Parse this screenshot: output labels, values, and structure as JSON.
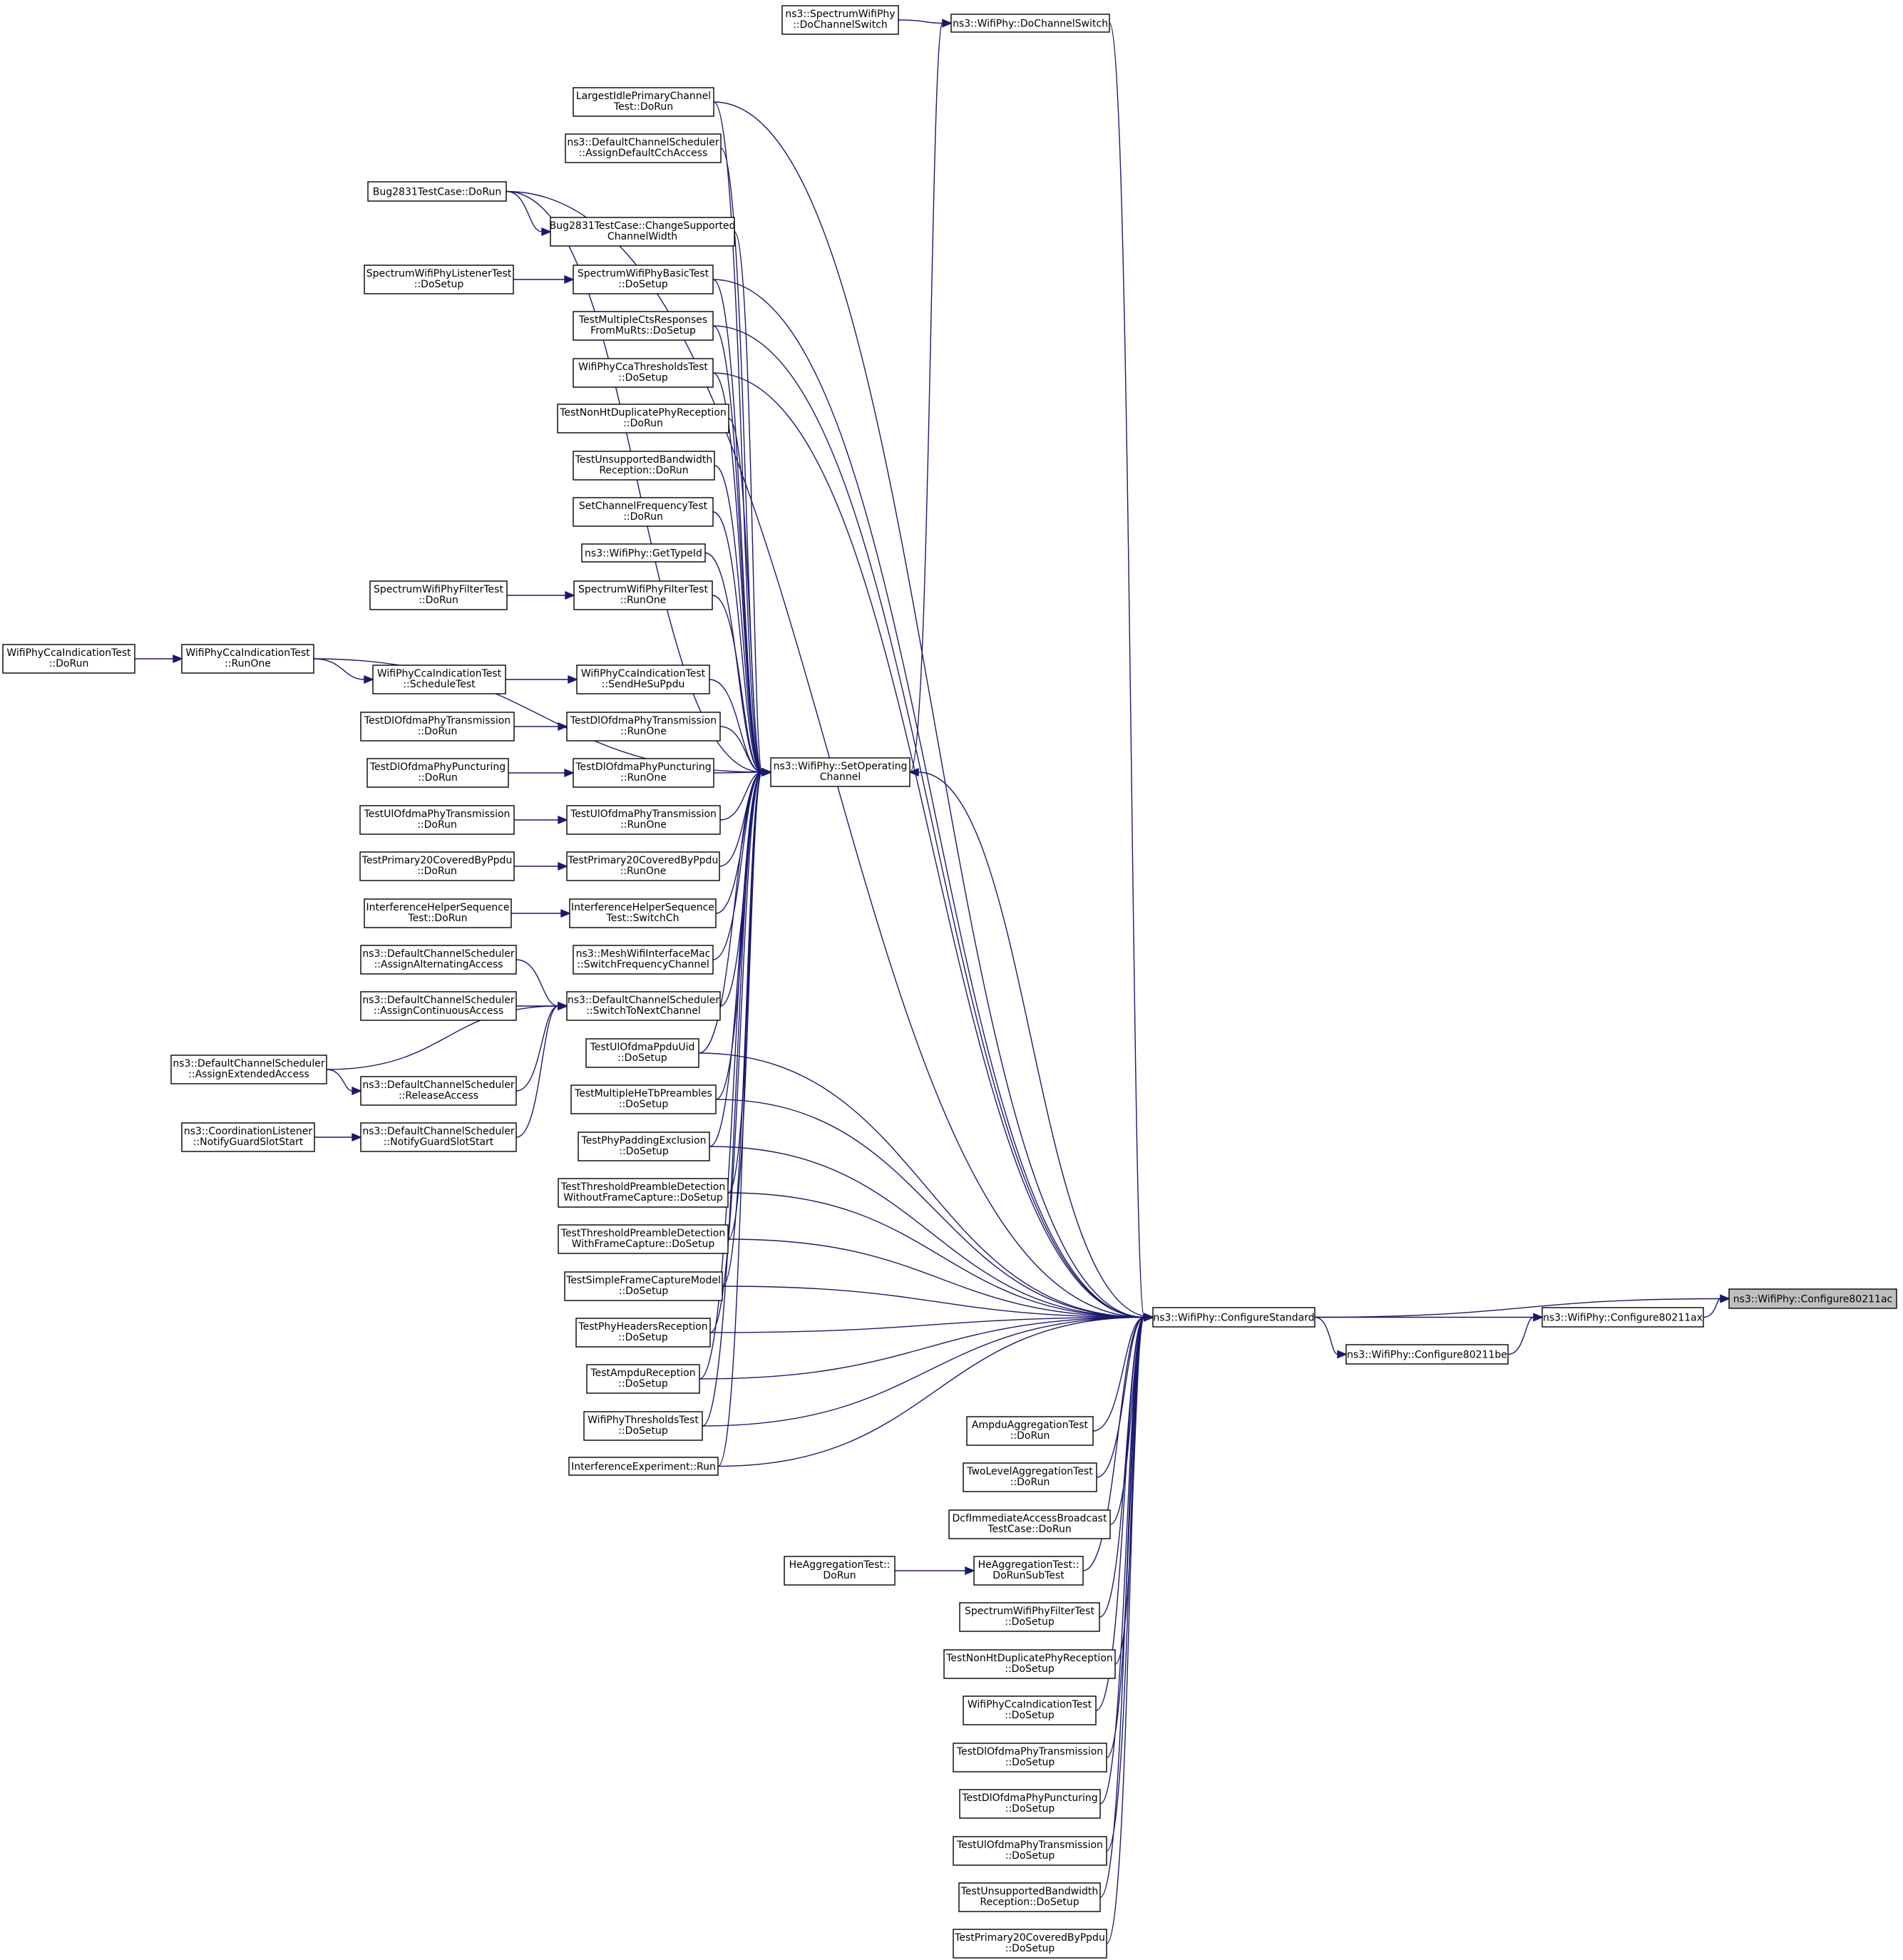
{
  "graph": {
    "colors": {
      "edge": "#191970",
      "root_fill": "#bfbfbf",
      "node_fill": "#ffffff",
      "node_border": "#000000"
    },
    "nodes": [
      {
        "id": "c80211ac",
        "lines": [
          "ns3::WifiPhy::Configure80211ac"
        ],
        "root": true
      },
      {
        "id": "c80211ax",
        "lines": [
          "ns3::WifiPhy::Configure80211ax"
        ]
      },
      {
        "id": "c80211be",
        "lines": [
          "ns3::WifiPhy::Configure80211be"
        ]
      },
      {
        "id": "cstd",
        "lines": [
          "ns3::WifiPhy::ConfigureStandard"
        ]
      },
      {
        "id": "setop",
        "lines": [
          "ns3::WifiPhy::SetOperating",
          "Channel"
        ]
      },
      {
        "id": "dochsw",
        "lines": [
          "ns3::WifiPhy::DoChannelSwitch"
        ]
      },
      {
        "id": "specdochsw",
        "lines": [
          "ns3::SpectrumWifiPhy",
          "::DoChannelSwitch"
        ]
      },
      {
        "id": "lipc",
        "lines": [
          "LargestIdlePrimaryChannel",
          "Test::DoRun"
        ]
      },
      {
        "id": "dcs_adcca",
        "lines": [
          "ns3::DefaultChannelScheduler",
          "::AssignDefaultCchAccess"
        ]
      },
      {
        "id": "bug_dorun",
        "lines": [
          "Bug2831TestCase::DoRun"
        ]
      },
      {
        "id": "bug_csw",
        "lines": [
          "Bug2831TestCase::ChangeSupported",
          "ChannelWidth"
        ]
      },
      {
        "id": "swplt",
        "lines": [
          "SpectrumWifiPhyListenerTest",
          "::DoSetup"
        ]
      },
      {
        "id": "swpbt",
        "lines": [
          "SpectrumWifiPhyBasicTest",
          "::DoSetup"
        ]
      },
      {
        "id": "tmcr",
        "lines": [
          "TestMultipleCtsResponses",
          "FromMuRts::DoSetup"
        ]
      },
      {
        "id": "wpcct",
        "lines": [
          "WifiPhyCcaThresholdsTest",
          "::DoSetup"
        ]
      },
      {
        "id": "tnhdpr_run",
        "lines": [
          "TestNonHtDuplicatePhyReception",
          "::DoRun"
        ]
      },
      {
        "id": "tubr_run",
        "lines": [
          "TestUnsupportedBandwidth",
          "Reception::DoRun"
        ]
      },
      {
        "id": "scft",
        "lines": [
          "SetChannelFrequencyTest",
          "::DoRun"
        ]
      },
      {
        "id": "gettypeid",
        "lines": [
          "ns3::WifiPhy::GetTypeId"
        ]
      },
      {
        "id": "swpft_dorun",
        "lines": [
          "SpectrumWifiPhyFilterTest",
          "::DoRun"
        ]
      },
      {
        "id": "swpft_runone",
        "lines": [
          "SpectrumWifiPhyFilterTest",
          "::RunOne"
        ]
      },
      {
        "id": "wpcit_dorun",
        "lines": [
          "WifiPhyCcaIndicationTest",
          "::DoRun"
        ]
      },
      {
        "id": "wpcit_runone",
        "lines": [
          "WifiPhyCcaIndicationTest",
          "::RunOne"
        ]
      },
      {
        "id": "wpcit_sched",
        "lines": [
          "WifiPhyCcaIndicationTest",
          "::ScheduleTest"
        ]
      },
      {
        "id": "wpcit_sendhe",
        "lines": [
          "WifiPhyCcaIndicationTest",
          "::SendHeSuPpdu"
        ]
      },
      {
        "id": "tdopt_dorun",
        "lines": [
          "TestDlOfdmaPhyTransmission",
          "::DoRun"
        ]
      },
      {
        "id": "tdopt_runone",
        "lines": [
          "TestDlOfdmaPhyTransmission",
          "::RunOne"
        ]
      },
      {
        "id": "tdopp_dorun",
        "lines": [
          "TestDlOfdmaPhyPuncturing",
          "::DoRun"
        ]
      },
      {
        "id": "tdopp_runone",
        "lines": [
          "TestDlOfdmaPhyPuncturing",
          "::RunOne"
        ]
      },
      {
        "id": "tuopt_dorun",
        "lines": [
          "TestUlOfdmaPhyTransmission",
          "::DoRun"
        ]
      },
      {
        "id": "tuopt_runone",
        "lines": [
          "TestUlOfdmaPhyTransmission",
          "::RunOne"
        ]
      },
      {
        "id": "tp20_dorun",
        "lines": [
          "TestPrimary20CoveredByPpdu",
          "::DoRun"
        ]
      },
      {
        "id": "tp20_runone",
        "lines": [
          "TestPrimary20CoveredByPpdu",
          "::RunOne"
        ]
      },
      {
        "id": "ihst_dorun",
        "lines": [
          "InterferenceHelperSequence",
          "Test::DoRun"
        ]
      },
      {
        "id": "ihst_swch",
        "lines": [
          "InterferenceHelperSequence",
          "Test::SwitchCh"
        ]
      },
      {
        "id": "mwim",
        "lines": [
          "ns3::MeshWifiInterfaceMac",
          "::SwitchFrequencyChannel"
        ]
      },
      {
        "id": "dcs_aaa",
        "lines": [
          "ns3::DefaultChannelScheduler",
          "::AssignAlternatingAccess"
        ]
      },
      {
        "id": "dcs_aca",
        "lines": [
          "ns3::DefaultChannelScheduler",
          "::AssignContinuousAccess"
        ]
      },
      {
        "id": "dcs_stnc",
        "lines": [
          "ns3::DefaultChannelScheduler",
          "::SwitchToNextChannel"
        ]
      },
      {
        "id": "dcs_aea",
        "lines": [
          "ns3::DefaultChannelScheduler",
          "::AssignExtendedAccess"
        ]
      },
      {
        "id": "dcs_ra",
        "lines": [
          "ns3::DefaultChannelScheduler",
          "::ReleaseAccess"
        ]
      },
      {
        "id": "coord",
        "lines": [
          "ns3::CoordinationListener",
          "::NotifyGuardSlotStart"
        ]
      },
      {
        "id": "dcs_ngss",
        "lines": [
          "ns3::DefaultChannelScheduler",
          "::NotifyGuardSlotStart"
        ]
      },
      {
        "id": "tuopu",
        "lines": [
          "TestUlOfdmaPpduUid",
          "::DoSetup"
        ]
      },
      {
        "id": "tmhtp",
        "lines": [
          "TestMultipleHeTbPreambles",
          "::DoSetup"
        ]
      },
      {
        "id": "tppe",
        "lines": [
          "TestPhyPaddingExclusion",
          "::DoSetup"
        ]
      },
      {
        "id": "ttpd_wo",
        "lines": [
          "TestThresholdPreambleDetection",
          "WithoutFrameCapture::DoSetup"
        ]
      },
      {
        "id": "ttpd_w",
        "lines": [
          "TestThresholdPreambleDetection",
          "WithFrameCapture::DoSetup"
        ]
      },
      {
        "id": "tsfcm",
        "lines": [
          "TestSimpleFrameCaptureModel",
          "::DoSetup"
        ]
      },
      {
        "id": "tphr",
        "lines": [
          "TestPhyHeadersReception",
          "::DoSetup"
        ]
      },
      {
        "id": "tar",
        "lines": [
          "TestAmpduReception",
          "::DoSetup"
        ]
      },
      {
        "id": "wptt",
        "lines": [
          "WifiPhyThresholdsTest",
          "::DoSetup"
        ]
      },
      {
        "id": "ier",
        "lines": [
          "InterferenceExperiment::Run"
        ]
      },
      {
        "id": "aat",
        "lines": [
          "AmpduAggregationTest",
          "::DoRun"
        ]
      },
      {
        "id": "tlat",
        "lines": [
          "TwoLevelAggregationTest",
          "::DoRun"
        ]
      },
      {
        "id": "diabt",
        "lines": [
          "DcfImmediateAccessBroadcast",
          "TestCase::DoRun"
        ]
      },
      {
        "id": "hat_dorun",
        "lines": [
          "HeAggregationTest::",
          "DoRun"
        ]
      },
      {
        "id": "hat_sub",
        "lines": [
          "HeAggregationTest::",
          "DoRunSubTest"
        ]
      },
      {
        "id": "swpft_setup",
        "lines": [
          "SpectrumWifiPhyFilterTest",
          "::DoSetup"
        ]
      },
      {
        "id": "tnhdpr_setup",
        "lines": [
          "TestNonHtDuplicatePhyReception",
          "::DoSetup"
        ]
      },
      {
        "id": "wpcit_setup",
        "lines": [
          "WifiPhyCcaIndicationTest",
          "::DoSetup"
        ]
      },
      {
        "id": "tdopt_setup",
        "lines": [
          "TestDlOfdmaPhyTransmission",
          "::DoSetup"
        ]
      },
      {
        "id": "tdopp_setup",
        "lines": [
          "TestDlOfdmaPhyPuncturing",
          "::DoSetup"
        ]
      },
      {
        "id": "tuopt_setup",
        "lines": [
          "TestUlOfdmaPhyTransmission",
          "::DoSetup"
        ]
      },
      {
        "id": "tubr_setup",
        "lines": [
          "TestUnsupportedBandwidth",
          "Reception::DoSetup"
        ]
      },
      {
        "id": "tp20_setup",
        "lines": [
          "TestPrimary20CoveredByPpdu",
          "::DoSetup"
        ]
      }
    ],
    "edges": [
      [
        "c80211ax",
        "c80211ac"
      ],
      [
        "cstd",
        "c80211ac"
      ],
      [
        "cstd",
        "c80211ax"
      ],
      [
        "c80211be",
        "c80211ax"
      ],
      [
        "cstd",
        "c80211be"
      ],
      [
        "setop",
        "dochsw"
      ],
      [
        "dochsw",
        "cstd"
      ],
      [
        "specdochsw",
        "dochsw"
      ],
      [
        "bug_dorun",
        "bug_csw"
      ],
      [
        "swplt",
        "swpbt"
      ],
      [
        "swpft_dorun",
        "swpft_runone"
      ],
      [
        "wpcit_dorun",
        "wpcit_runone"
      ],
      [
        "wpcit_runone",
        "wpcit_sched"
      ],
      [
        "wpcit_sched",
        "wpcit_sendhe"
      ],
      [
        "tdopt_dorun",
        "tdopt_runone"
      ],
      [
        "tdopp_dorun",
        "tdopp_runone"
      ],
      [
        "tuopt_dorun",
        "tuopt_runone"
      ],
      [
        "tp20_dorun",
        "tp20_runone"
      ],
      [
        "ihst_dorun",
        "ihst_swch"
      ],
      [
        "dcs_aaa",
        "dcs_stnc"
      ],
      [
        "dcs_aca",
        "dcs_stnc"
      ],
      [
        "dcs_aea",
        "dcs_stnc"
      ],
      [
        "dcs_aea",
        "dcs_ra"
      ],
      [
        "dcs_ra",
        "dcs_stnc"
      ],
      [
        "coord",
        "dcs_ngss"
      ],
      [
        "dcs_ngss",
        "dcs_stnc"
      ],
      [
        "hat_dorun",
        "hat_sub"
      ],
      [
        "lipc",
        "setop"
      ],
      [
        "dcs_adcca",
        "setop"
      ],
      [
        "bug_dorun",
        "setop"
      ],
      [
        "bug_csw",
        "setop"
      ],
      [
        "swpbt",
        "setop"
      ],
      [
        "tmcr",
        "setop"
      ],
      [
        "wpcct",
        "setop"
      ],
      [
        "tnhdpr_run",
        "setop"
      ],
      [
        "tubr_run",
        "setop"
      ],
      [
        "scft",
        "setop"
      ],
      [
        "gettypeid",
        "setop"
      ],
      [
        "swpft_runone",
        "setop"
      ],
      [
        "wpcit_runone",
        "setop"
      ],
      [
        "wpcit_sendhe",
        "setop"
      ],
      [
        "tdopt_runone",
        "setop"
      ],
      [
        "tdopp_runone",
        "setop"
      ],
      [
        "tuopt_runone",
        "setop"
      ],
      [
        "tp20_runone",
        "setop"
      ],
      [
        "ihst_swch",
        "setop"
      ],
      [
        "mwim",
        "setop"
      ],
      [
        "dcs_stnc",
        "setop"
      ],
      [
        "tuopu",
        "setop"
      ],
      [
        "tmhtp",
        "setop"
      ],
      [
        "tppe",
        "setop"
      ],
      [
        "ttpd_wo",
        "setop"
      ],
      [
        "ttpd_w",
        "setop"
      ],
      [
        "tsfcm",
        "setop"
      ],
      [
        "tphr",
        "setop"
      ],
      [
        "tar",
        "setop"
      ],
      [
        "wptt",
        "setop"
      ],
      [
        "ier",
        "setop"
      ],
      [
        "cstd",
        "setop"
      ],
      [
        "lipc",
        "cstd"
      ],
      [
        "bug_dorun",
        "cstd"
      ],
      [
        "swpbt",
        "cstd"
      ],
      [
        "tmcr",
        "cstd"
      ],
      [
        "wpcct",
        "cstd"
      ],
      [
        "tuopu",
        "cstd"
      ],
      [
        "tmhtp",
        "cstd"
      ],
      [
        "tppe",
        "cstd"
      ],
      [
        "ttpd_wo",
        "cstd"
      ],
      [
        "ttpd_w",
        "cstd"
      ],
      [
        "tsfcm",
        "cstd"
      ],
      [
        "tphr",
        "cstd"
      ],
      [
        "tar",
        "cstd"
      ],
      [
        "wptt",
        "cstd"
      ],
      [
        "ier",
        "cstd"
      ],
      [
        "aat",
        "cstd"
      ],
      [
        "tlat",
        "cstd"
      ],
      [
        "diabt",
        "cstd"
      ],
      [
        "hat_sub",
        "cstd"
      ],
      [
        "swpft_setup",
        "cstd"
      ],
      [
        "tnhdpr_setup",
        "cstd"
      ],
      [
        "wpcit_setup",
        "cstd"
      ],
      [
        "tdopt_setup",
        "cstd"
      ],
      [
        "tdopp_setup",
        "cstd"
      ],
      [
        "tuopt_setup",
        "cstd"
      ],
      [
        "tubr_setup",
        "cstd"
      ],
      [
        "tp20_setup",
        "cstd"
      ]
    ]
  }
}
